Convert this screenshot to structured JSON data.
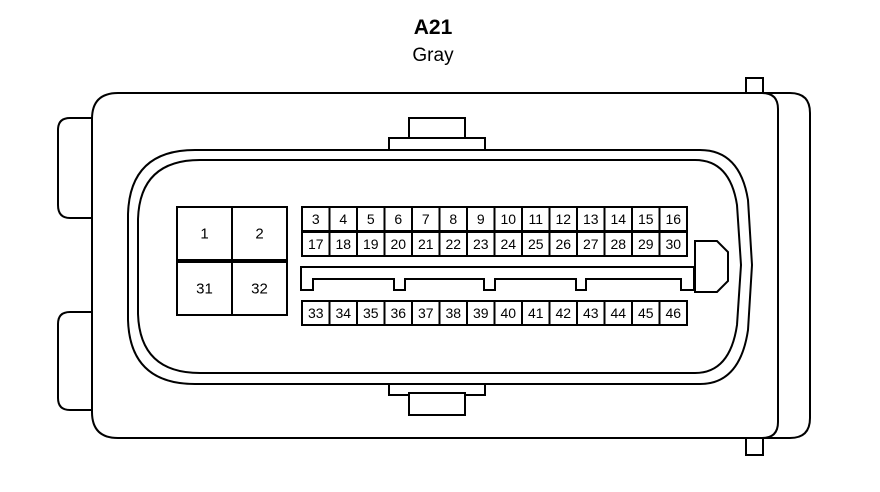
{
  "connector": {
    "id": "A21",
    "color": "Gray"
  },
  "large_pins": {
    "top": [
      "1",
      "2"
    ],
    "bottom": [
      "31",
      "32"
    ]
  },
  "small_pins": {
    "row1": [
      "3",
      "4",
      "5",
      "6",
      "7",
      "8",
      "9",
      "10",
      "11",
      "12",
      "13",
      "14",
      "15",
      "16"
    ],
    "row2": [
      "17",
      "18",
      "19",
      "20",
      "21",
      "22",
      "23",
      "24",
      "25",
      "26",
      "27",
      "28",
      "29",
      "30"
    ],
    "row3": [
      "33",
      "34",
      "35",
      "36",
      "37",
      "38",
      "39",
      "40",
      "41",
      "42",
      "43",
      "44",
      "45",
      "46"
    ]
  }
}
